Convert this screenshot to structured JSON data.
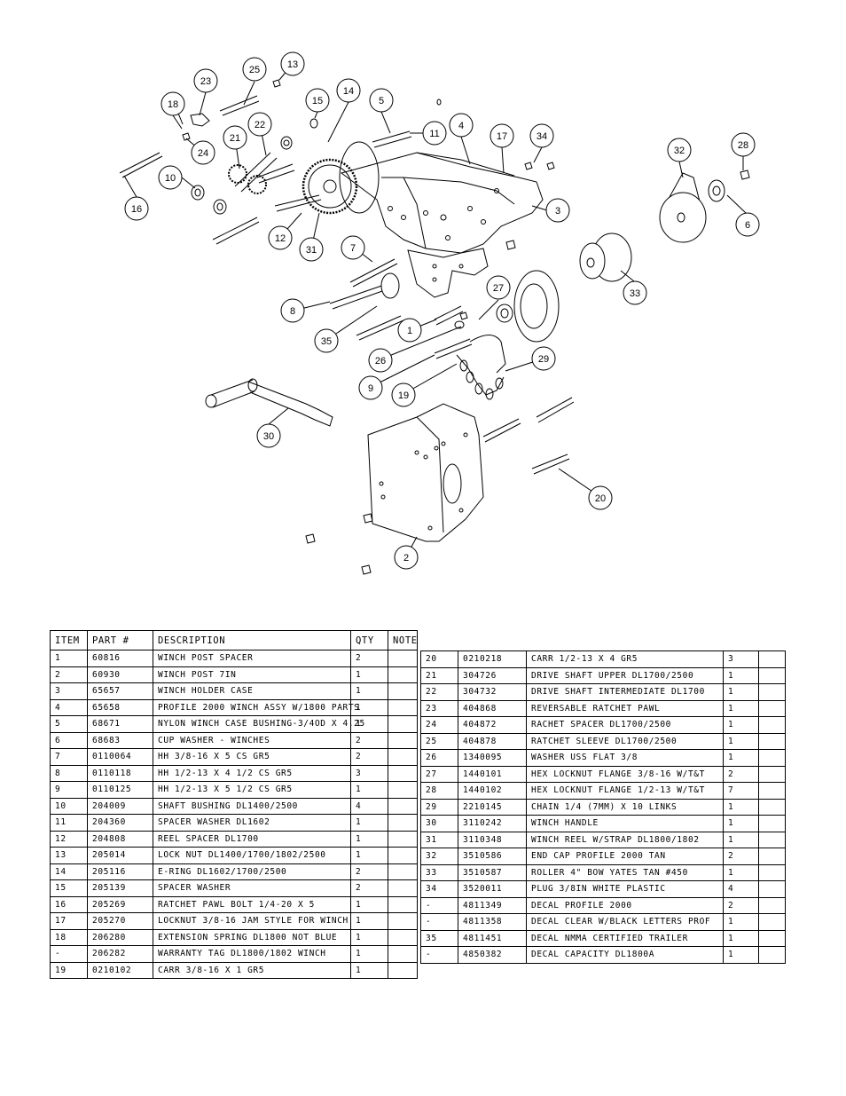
{
  "diagram": {
    "callouts": [
      "25",
      "13",
      "23",
      "14",
      "18",
      "15",
      "5",
      "22",
      "21",
      "11",
      "4",
      "17",
      "34",
      "24",
      "32",
      "28",
      "10",
      "3",
      "16",
      "6",
      "12",
      "31",
      "7",
      "33",
      "27",
      "8",
      "35",
      "1",
      "26",
      "29",
      "9",
      "19",
      "30",
      "20",
      "2"
    ]
  },
  "table": {
    "headers": {
      "item": "ITEM",
      "part": "PART #",
      "description": "DESCRIPTION",
      "qty": "QTY",
      "note": "NOTE"
    },
    "left_rows": [
      {
        "item": "1",
        "part": "60816",
        "description": "WINCH POST SPACER",
        "qty": "2",
        "note": ""
      },
      {
        "item": "2",
        "part": "60930",
        "description": "WINCH POST  7IN",
        "qty": "1",
        "note": ""
      },
      {
        "item": "3",
        "part": "65657",
        "description": "WINCH HOLDER CASE",
        "qty": "1",
        "note": ""
      },
      {
        "item": "4",
        "part": "65658",
        "description": "PROFILE 2000 WINCH ASSY W/1800 PARTS",
        "qty": "1",
        "note": ""
      },
      {
        "item": "5",
        "part": "68671",
        "description": "NYLON WINCH CASE BUSHING-3/4OD X 4.25",
        "qty": "1",
        "note": ""
      },
      {
        "item": "6",
        "part": "68683",
        "description": "CUP WASHER - WINCHES",
        "qty": "2",
        "note": ""
      },
      {
        "item": "7",
        "part": "0110064",
        "description": "HH 3/8-16 X 5 CS GR5",
        "qty": "2",
        "note": ""
      },
      {
        "item": "8",
        "part": "0110118",
        "description": "HH 1/2-13 X 4 1/2 CS GR5",
        "qty": "3",
        "note": ""
      },
      {
        "item": "9",
        "part": "0110125",
        "description": "HH 1/2-13 X 5 1/2 CS GR5",
        "qty": "1",
        "note": ""
      },
      {
        "item": "10",
        "part": "204009",
        "description": "SHAFT BUSHING  DL1400/2500",
        "qty": "4",
        "note": ""
      },
      {
        "item": "11",
        "part": "204360",
        "description": "SPACER WASHER  DL1602",
        "qty": "1",
        "note": ""
      },
      {
        "item": "12",
        "part": "204808",
        "description": "REEL SPACER  DL1700",
        "qty": "1",
        "note": ""
      },
      {
        "item": "13",
        "part": "205014",
        "description": "LOCK NUT  DL1400/1700/1802/2500",
        "qty": "1",
        "note": ""
      },
      {
        "item": "14",
        "part": "205116",
        "description": "E-RING DL1602/1700/2500",
        "qty": "2",
        "note": ""
      },
      {
        "item": "15",
        "part": "205139",
        "description": "SPACER WASHER",
        "qty": "2",
        "note": ""
      },
      {
        "item": "16",
        "part": "205269",
        "description": "RATCHET PAWL BOLT 1/4-20 X 5",
        "qty": "1",
        "note": ""
      },
      {
        "item": "17",
        "part": "205270",
        "description": "LOCKNUT 3/8-16 JAM STYLE FOR WINCH",
        "qty": "1",
        "note": ""
      },
      {
        "item": "18",
        "part": "206280",
        "description": "EXTENSION SPRING DL1800 NOT BLUE",
        "qty": "1",
        "note": ""
      },
      {
        "item": "-",
        "part": "206282",
        "description": "WARRANTY TAG DL1800/1802 WINCH",
        "qty": "1",
        "note": ""
      },
      {
        "item": "19",
        "part": "0210102",
        "description": "CARR 3/8-16 X 1 GR5",
        "qty": "1",
        "note": ""
      }
    ],
    "right_rows": [
      {
        "item": "20",
        "part": "0210218",
        "description": "CARR 1/2-13 X 4 GR5",
        "qty": "3",
        "note": ""
      },
      {
        "item": "21",
        "part": "304726",
        "description": "DRIVE SHAFT UPPER  DL1700/2500",
        "qty": "1",
        "note": ""
      },
      {
        "item": "22",
        "part": "304732",
        "description": "DRIVE SHAFT INTERMEDIATE  DL1700",
        "qty": "1",
        "note": ""
      },
      {
        "item": "23",
        "part": "404868",
        "description": "REVERSABLE RATCHET PAWL",
        "qty": "1",
        "note": ""
      },
      {
        "item": "24",
        "part": "404872",
        "description": "RACHET SPACER  DL1700/2500",
        "qty": "1",
        "note": ""
      },
      {
        "item": "25",
        "part": "404878",
        "description": "RATCHET SLEEVE  DL1700/2500",
        "qty": "1",
        "note": ""
      },
      {
        "item": "26",
        "part": "1340095",
        "description": "WASHER USS FLAT 3/8",
        "qty": "1",
        "note": ""
      },
      {
        "item": "27",
        "part": "1440101",
        "description": "HEX LOCKNUT FLANGE 3/8-16 W/T&T",
        "qty": "2",
        "note": ""
      },
      {
        "item": "28",
        "part": "1440102",
        "description": "HEX LOCKNUT FLANGE 1/2-13 W/T&T",
        "qty": "7",
        "note": ""
      },
      {
        "item": "29",
        "part": "2210145",
        "description": "CHAIN 1/4 (7MM) X 10 LINKS",
        "qty": "1",
        "note": ""
      },
      {
        "item": "30",
        "part": "3110242",
        "description": "WINCH HANDLE",
        "qty": "1",
        "note": ""
      },
      {
        "item": "31",
        "part": "3110348",
        "description": "WINCH REEL W/STRAP  DL1800/1802",
        "qty": "1",
        "note": ""
      },
      {
        "item": "32",
        "part": "3510586",
        "description": "END CAP PROFILE 2000 TAN",
        "qty": "2",
        "note": ""
      },
      {
        "item": "33",
        "part": "3510587",
        "description": "ROLLER 4\" BOW YATES TAN #450",
        "qty": "1",
        "note": ""
      },
      {
        "item": "34",
        "part": "3520011",
        "description": "PLUG  3/8IN WHITE PLASTIC",
        "qty": "4",
        "note": ""
      },
      {
        "item": "-",
        "part": "4811349",
        "description": "DECAL PROFILE 2000",
        "qty": "2",
        "note": ""
      },
      {
        "item": "-",
        "part": "4811358",
        "description": "DECAL CLEAR W/BLACK LETTERS PROF",
        "qty": "1",
        "note": ""
      },
      {
        "item": "35",
        "part": "4811451",
        "description": " DECAL NMMA CERTIFIED TRAILER",
        "qty": "1",
        "note": ""
      },
      {
        "item": "-",
        "part": "4850382",
        "description": "DECAL CAPACITY DL1800A",
        "qty": "1",
        "note": ""
      }
    ]
  }
}
